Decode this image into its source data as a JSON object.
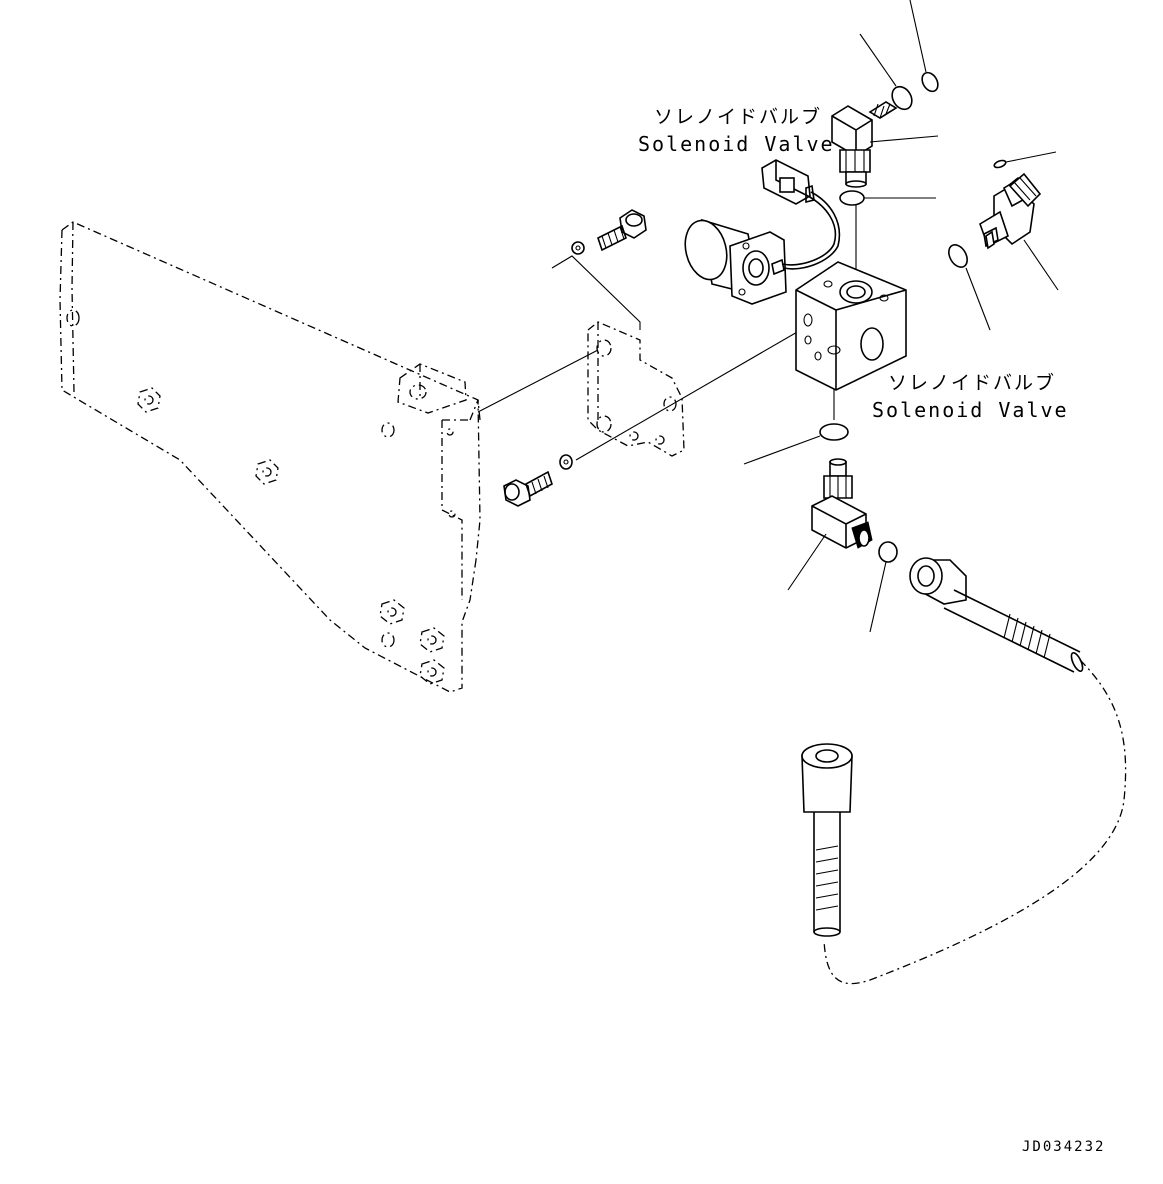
{
  "labels": {
    "upper_valve_jp": "ソレノイドバルブ",
    "upper_valve_en": "Solenoid Valve",
    "lower_valve_jp": "ソレノイドバルブ",
    "lower_valve_en": "Solenoid Valve"
  },
  "drawing_code": "JD034232"
}
